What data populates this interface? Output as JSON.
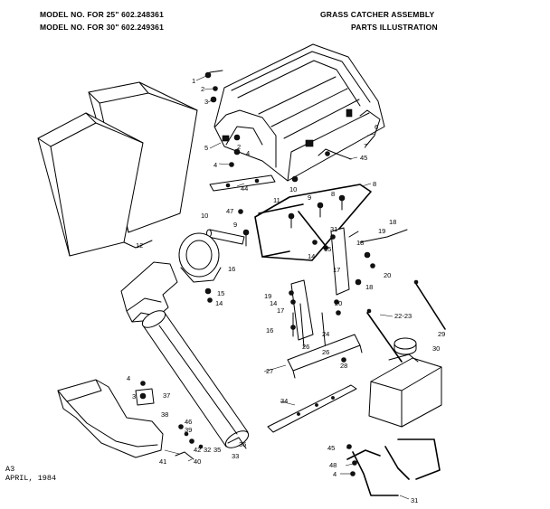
{
  "header": {
    "model_25": "MODEL NO. FOR 25\" 602.248361",
    "model_30": "MODEL NO. FOR 30\" 602.249361",
    "title": "GRASS CATCHER ASSEMBLY",
    "subtitle": "PARTS ILLUSTRATION"
  },
  "footer": {
    "code": "A3",
    "date": "APRIL, 1984"
  },
  "labels": [
    "1",
    "2",
    "3",
    "5",
    "2",
    "4",
    "6",
    "7",
    "45",
    "4",
    "44",
    "10",
    "8",
    "9",
    "8",
    "11",
    "47",
    "9",
    "10",
    "12",
    "18",
    "19",
    "31",
    "15",
    "14",
    "16",
    "18",
    "20",
    "15",
    "14",
    "17",
    "19",
    "18",
    "14",
    "20",
    "17",
    "16",
    "24",
    "22-23",
    "29",
    "30",
    "26",
    "28",
    "27",
    "26",
    "34",
    "4",
    "3",
    "37",
    "38",
    "46",
    "39",
    "42",
    "32",
    "35",
    "36",
    "33",
    "41",
    "40",
    "45",
    "48",
    "4",
    "31"
  ]
}
